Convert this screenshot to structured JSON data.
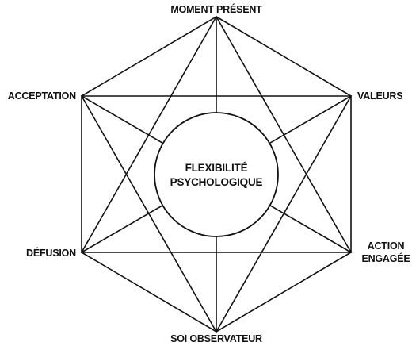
{
  "center": {
    "line1": "FLEXIBILITÉ",
    "line2": "PSYCHOLOGIQUE"
  },
  "nodes": {
    "top": "MOMENT PRÉSENT",
    "upper_right": "VALEURS",
    "lower_right_1": "ACTION",
    "lower_right_2": "ENGAGÉE",
    "bottom": "SOI OBSERVATEUR",
    "lower_left": "DÉFUSION",
    "upper_left": "ACCEPTATION"
  },
  "colors": {
    "line": "#111111",
    "text": "#111111",
    "background": "#ffffff"
  }
}
